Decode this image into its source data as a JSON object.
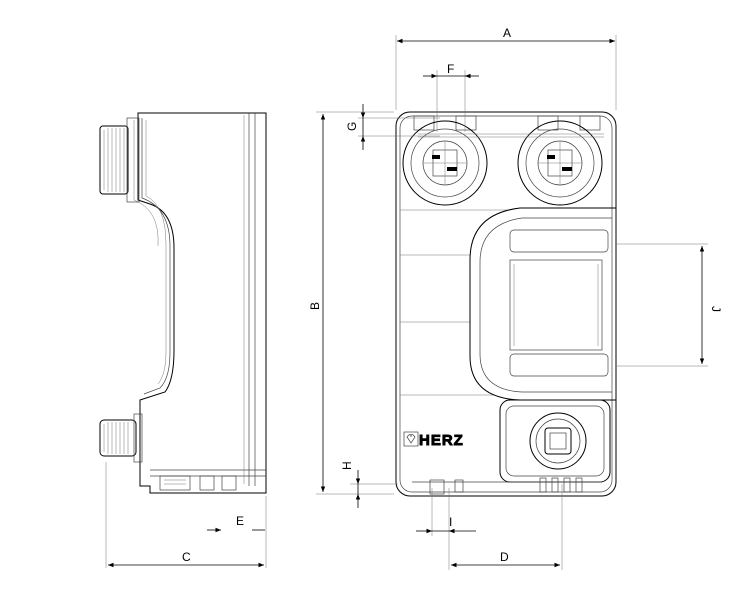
{
  "diagram": {
    "brand_logo_text": "HERZ",
    "dimension_labels": {
      "A": "A",
      "B": "B",
      "C": "C",
      "D": "D",
      "E": "E",
      "F": "F",
      "G": "G",
      "H": "H",
      "I": "I",
      "J": "J"
    }
  }
}
